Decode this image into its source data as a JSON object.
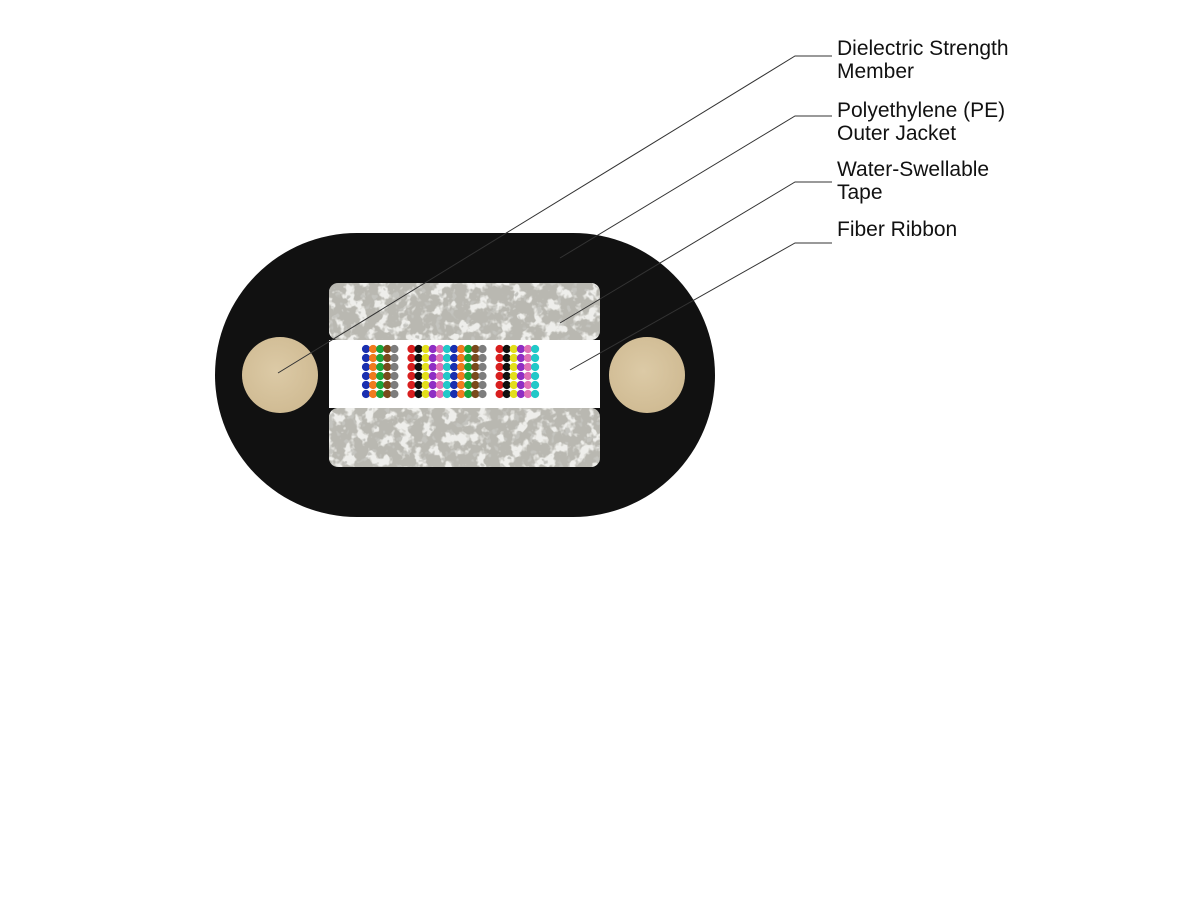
{
  "diagram": {
    "colors": {
      "background": "#ffffff",
      "jacket": "#111111",
      "strength_member": "#d6c39c",
      "tape": "#b9b8b1",
      "tape_speckle": "#d9d8d2",
      "ribbon_gap": "#ffffff",
      "leader_line": "#333333",
      "label_text": "#111111"
    },
    "callouts": [
      {
        "key": "strength",
        "lines": [
          "Dielectric Strength",
          "Member"
        ]
      },
      {
        "key": "jacket",
        "lines": [
          "Polyethylene (PE)",
          "Outer Jacket"
        ]
      },
      {
        "key": "tape",
        "lines": [
          "Water-Swellable",
          "Tape"
        ]
      },
      {
        "key": "ribbon",
        "lines": [
          "Fiber Ribbon"
        ]
      }
    ],
    "fiber_ribbon": {
      "rows": 6,
      "fiber_colors": [
        "#1a2fb0",
        "#f07b1e",
        "#19a33a",
        "#7a4a1c",
        "#7d7d7d",
        "#d81e1e",
        "#111111",
        "#e3df1c",
        "#8e2ec4",
        "#e070b5",
        "#22c8c8"
      ],
      "groups": [
        [
          "#1a2fb0",
          "#f07b1e",
          "#19a33a",
          "#7a4a1c",
          "#7d7d7d"
        ],
        [
          "#d81e1e",
          "#111111",
          "#e3df1c",
          "#8e2ec4",
          "#e070b5",
          "#22c8c8",
          "#1a2fb0",
          "#f07b1e",
          "#19a33a",
          "#7a4a1c",
          "#7d7d7d"
        ],
        [
          "#d81e1e",
          "#111111",
          "#e3df1c",
          "#8e2ec4",
          "#e070b5",
          "#22c8c8"
        ]
      ]
    }
  }
}
